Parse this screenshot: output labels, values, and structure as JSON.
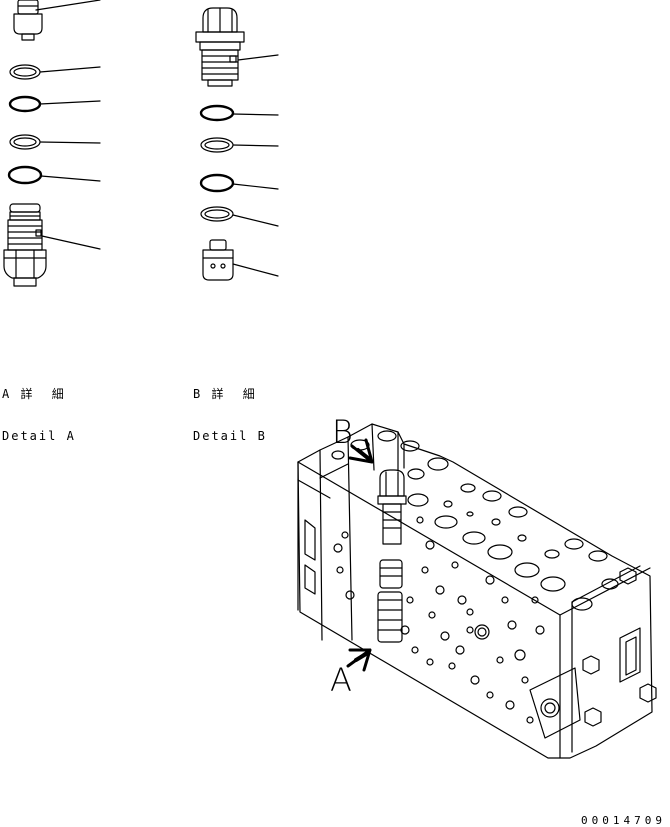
{
  "detail_a": {
    "letter": "A",
    "jp": "詳 細",
    "en": "Detail A"
  },
  "detail_b": {
    "letter": "B",
    "jp": "詳 細",
    "en": "Detail B"
  },
  "view_labels": {
    "a": "A",
    "b": "B"
  },
  "drawing_code": "00014709",
  "colors": {
    "line": "#000000",
    "background": "#ffffff"
  }
}
